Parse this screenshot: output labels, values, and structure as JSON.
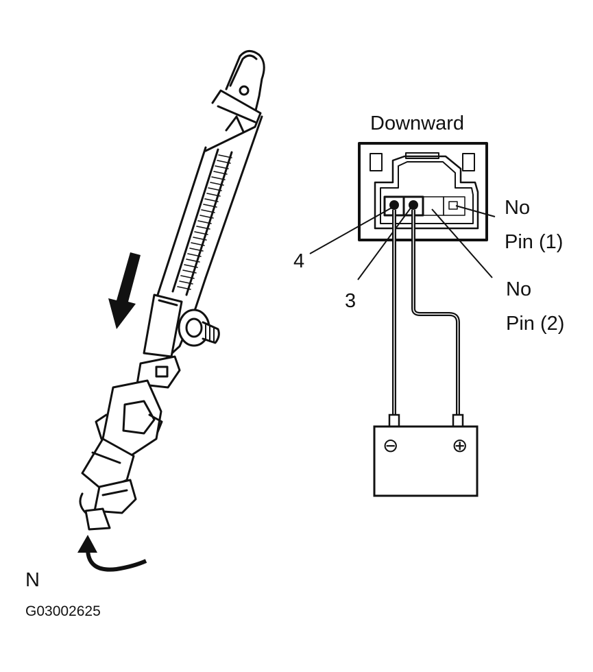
{
  "diagram": {
    "connector_label": "Downward",
    "terminal_4": "4",
    "terminal_3": "3",
    "no_pin_1_line1": "No",
    "no_pin_1_line2": "Pin (1)",
    "no_pin_2_line1": "No",
    "no_pin_2_line2": "Pin (2)",
    "battery_negative": "⊖",
    "battery_positive": "⊕",
    "view_letter": "N",
    "figure_code": "G03002625"
  },
  "icons": {
    "direction_arrow": "down-arrow-icon",
    "rotate_arrow": "curved-arrow-icon"
  },
  "colors": {
    "ink": "#111111",
    "background": "#ffffff"
  }
}
